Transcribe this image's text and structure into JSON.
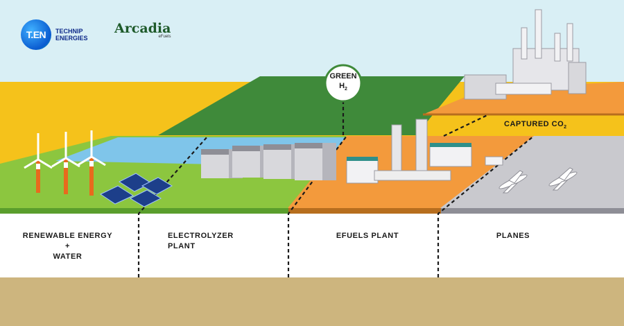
{
  "logos": {
    "ten_mark": "T.EN",
    "ten_line1": "TECHNIP",
    "ten_line2": "ENERGIES",
    "arcadia_name": "Arcadia",
    "arcadia_sub": "eFuels"
  },
  "callouts": {
    "green_h2_top": "GREEN",
    "green_h2_main": "H",
    "green_h2_sub": "2",
    "captured_main": "CAPTURED CO",
    "captured_sub": "2"
  },
  "stages": {
    "renewable_line1": "RENEWABLE ENERGY",
    "renewable_line2": "+",
    "renewable_line3": "WATER",
    "electrolyzer_line1": "ELECTROLYZER",
    "electrolyzer_line2": "PLANT",
    "efuels": "EFUELS PLANT",
    "planes": "PLANES"
  },
  "colors": {
    "sky": "#d9eff5",
    "yellow_field": "#f5c21b",
    "grass": "#8cc63f",
    "water": "#7fc5ea",
    "orange_plant": "#f39a3c",
    "grey_tarmac": "#c9c9ce",
    "ground": "#cdb57e",
    "white_band": "#ffffff"
  }
}
